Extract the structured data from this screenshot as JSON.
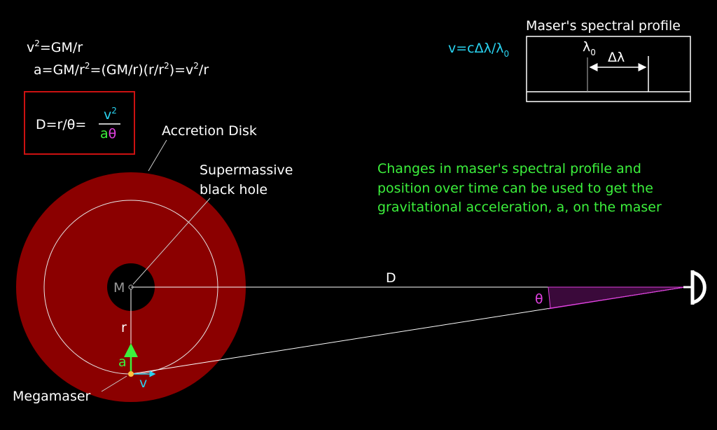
{
  "equations": {
    "line1": {
      "base": "v",
      "sup": "2",
      "rest": "=GM/r"
    },
    "line2": {
      "p1": "a=GM/r",
      "s1": "2",
      "p2": "=(GM/r)(r/r",
      "s2": "2",
      "p3": ")=v",
      "s3": "2",
      "p4": "/r"
    },
    "boxed": {
      "prefix": "D=r/θ=",
      "numerator": "v",
      "num_sup": "2",
      "den_a": "a",
      "den_theta": "θ"
    },
    "doppler": {
      "lhs": "v=cΔλ/λ",
      "sub": "0"
    }
  },
  "spectrum": {
    "title": "Maser's spectral profile",
    "lambda0": "λ",
    "lambda0_sub": "0",
    "delta": "Δλ"
  },
  "labels": {
    "accretion_disk": "Accretion Disk",
    "black_hole_line1": "Supermassive",
    "black_hole_line2": "black hole",
    "mass": "M",
    "radius": "r",
    "accel": "a",
    "velocity": "v",
    "megamaser": "Megamaser",
    "distance": "D",
    "angle": "θ"
  },
  "note": {
    "line1": "Changes in maser's spectral profile and",
    "line2": "position over time can be used to get the",
    "line3": "gravitational acceleration, a, on the maser"
  },
  "colors": {
    "background": "#000000",
    "disk": "#8b0000",
    "cyan": "#29d3f0",
    "green": "#3cf03c",
    "magenta": "#e040e0",
    "box": "#cc1111",
    "maser_dot": "#ffc040",
    "text": "#ffffff"
  }
}
